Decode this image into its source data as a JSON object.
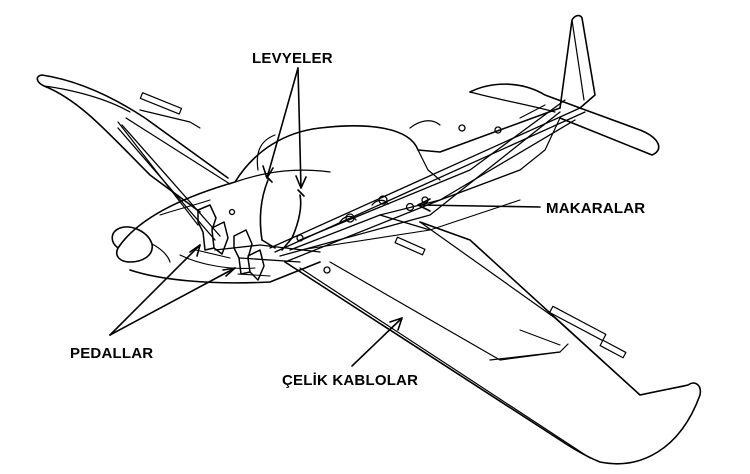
{
  "labels": {
    "levyeler": "LEVYELER",
    "makaralar": "MAKARALAR",
    "pedallar": "PEDALLAR",
    "celik_kablolar": "ÇELİK KABLOLAR"
  },
  "colors": {
    "ink": "#000000",
    "paper": "#ffffff"
  }
}
